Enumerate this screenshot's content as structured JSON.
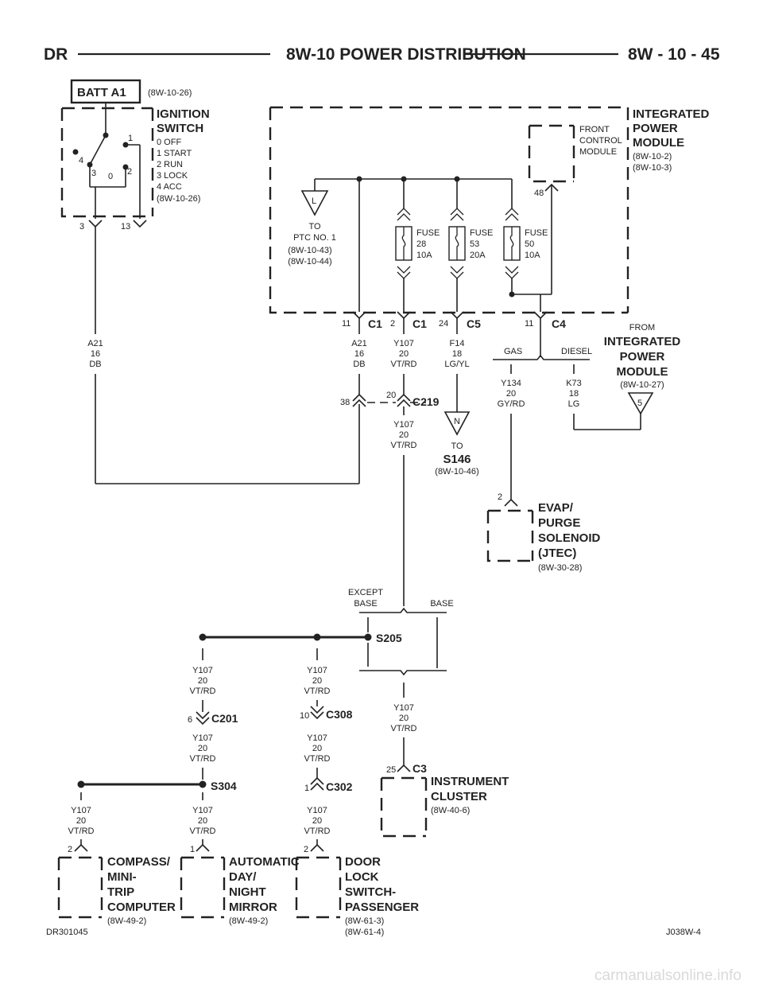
{
  "header": {
    "left": "DR",
    "center": "8W-10 POWER DISTRIBUTION",
    "right": "8W - 10 - 45"
  },
  "batt": {
    "label": "BATT A1",
    "ref": "(8W-10-26)"
  },
  "ignition": {
    "title1": "IGNITION",
    "title2": "SWITCH",
    "states": [
      "0 OFF",
      "1 START",
      "2 RUN",
      "3 LOCK",
      "4 ACC"
    ],
    "ref": "(8W-10-26)",
    "pos_labels": [
      "1",
      "2",
      "3",
      "0",
      "4"
    ],
    "pin_left": "3",
    "pin_right": "13"
  },
  "ipm": {
    "title": [
      "INTEGRATED",
      "POWER",
      "MODULE"
    ],
    "refs": [
      "(8W-10-2)",
      "(8W-10-3)"
    ],
    "fcm": [
      "FRONT",
      "CONTROL",
      "MODULE"
    ],
    "fcm_pin": "48",
    "ptc": {
      "letter": "L",
      "to": "TO",
      "name": "PTC NO. 1",
      "refs": [
        "(8W-10-43)",
        "(8W-10-44)"
      ]
    },
    "fuses": [
      {
        "name": "FUSE",
        "num": "28",
        "amp": "10A"
      },
      {
        "name": "FUSE",
        "num": "53",
        "amp": "20A"
      },
      {
        "name": "FUSE",
        "num": "50",
        "amp": "10A"
      }
    ],
    "connectors": [
      {
        "pin": "11",
        "name": "C1"
      },
      {
        "pin": "2",
        "name": "C1"
      },
      {
        "pin": "24",
        "name": "C5"
      },
      {
        "pin": "11",
        "name": "C4"
      }
    ]
  },
  "wires": {
    "a21_left": [
      "A21",
      "16",
      "DB"
    ],
    "a21_right": [
      "A21",
      "16",
      "DB"
    ],
    "y107_top": [
      "Y107",
      "20",
      "VT/RD"
    ],
    "f14": [
      "F14",
      "18",
      "LG/YL"
    ],
    "y134": [
      "Y134",
      "20",
      "GY/RD"
    ],
    "k73": [
      "K73",
      "18",
      "LG"
    ],
    "y107_c219": [
      "Y107",
      "20",
      "VT/RD"
    ],
    "y107_a": [
      "Y107",
      "20",
      "VT/RD"
    ],
    "y107_b": [
      "Y107",
      "20",
      "VT/RD"
    ],
    "y107_c": [
      "Y107",
      "20",
      "VT/RD"
    ],
    "y107_d": [
      "Y107",
      "20",
      "VT/RD"
    ],
    "y107_e": [
      "Y107",
      "20",
      "VT/RD"
    ],
    "y107_f": [
      "Y107",
      "20",
      "VT/RD"
    ],
    "y107_g": [
      "Y107",
      "20",
      "VT/RD"
    ],
    "y107_h": [
      "Y107",
      "20",
      "VT/RD"
    ]
  },
  "gas_diesel": {
    "gas": "GAS",
    "diesel": "DIESEL"
  },
  "from_ipm": {
    "from": "FROM",
    "title": [
      "INTEGRATED",
      "POWER",
      "MODULE"
    ],
    "ref": "(8W-10-27)",
    "pin": "5"
  },
  "c219": {
    "name": "C219",
    "pin_left": "38",
    "pin_right": "20"
  },
  "s146": {
    "letter": "N",
    "to": "TO",
    "name": "S146",
    "ref": "(8W-10-46)"
  },
  "evap": {
    "pin": "2",
    "title": [
      "EVAP/",
      "PURGE",
      "SOLENOID",
      "(JTEC)"
    ],
    "ref": "(8W-30-28)"
  },
  "except_base": {
    "except": "EXCEPT",
    "base1": "BASE",
    "base2": "BASE"
  },
  "splices": {
    "s205": "S205",
    "s304": "S304"
  },
  "c201": {
    "pin": "6",
    "name": "C201"
  },
  "c308": {
    "pin": "10",
    "name": "C308"
  },
  "c302": {
    "pin": "1",
    "name": "C302"
  },
  "instrument": {
    "pin": "25",
    "conn": "C3",
    "title": [
      "INSTRUMENT",
      "CLUSTER"
    ],
    "ref": "(8W-40-6)"
  },
  "compass": {
    "pin": "2",
    "title": [
      "COMPASS/",
      "MINI-",
      "TRIP",
      "COMPUTER"
    ],
    "ref": "(8W-49-2)"
  },
  "mirror": {
    "pin": "1",
    "title": [
      "AUTOMATIC",
      "DAY/",
      "NIGHT",
      "MIRROR"
    ],
    "ref": "(8W-49-2)"
  },
  "door": {
    "pin": "2",
    "title": [
      "DOOR",
      "LOCK",
      "SWITCH-",
      "PASSENGER"
    ],
    "refs": [
      "(8W-61-3)",
      "(8W-61-4)"
    ]
  },
  "footer": {
    "left": "DR301045",
    "right": "J038W-4"
  },
  "watermark": "carmanualsonline.info"
}
